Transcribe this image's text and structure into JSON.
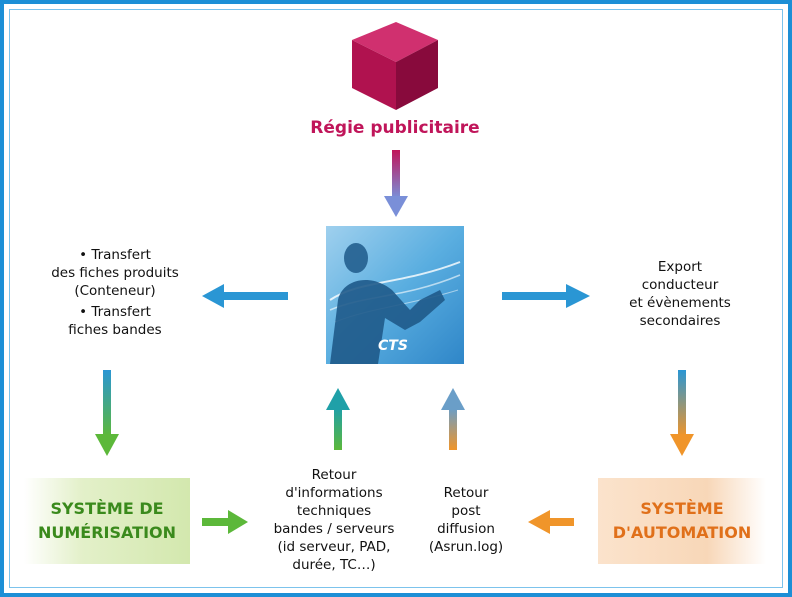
{
  "regie_label": "Régie publicitaire",
  "cts_label": "CTS",
  "left_text": {
    "line1": "• Transfert",
    "line2": "des fiches produits",
    "line3": "(Conteneur)",
    "line4": "• Transfert",
    "line5": "fiches bandes"
  },
  "right_text": {
    "line1": "Export",
    "line2": "conducteur",
    "line3": "et évènements",
    "line4": "secondaires"
  },
  "retour_info": {
    "line1": "Retour",
    "line2": "d'informations",
    "line3": "techniques",
    "line4": "bandes / serveurs",
    "line5": "(id serveur, PAD,",
    "line6": "durée, TC…)"
  },
  "retour_post": {
    "line1": "Retour",
    "line2": "post",
    "line3": "diffusion",
    "line4": "(Asrun.log)"
  },
  "box_numerisation": {
    "line1": "SYSTÈME DE",
    "line2": "NUMÉRISATION"
  },
  "box_automation": {
    "line1": "SYSTÈME",
    "line2": "D'AUTOMATION"
  },
  "colors": {
    "frame": "#1c8fd6",
    "regie": "#c0155a",
    "numerisation": "#3a8a1c",
    "automation": "#e0701a",
    "arrow_blue": "#2a96d4",
    "arrow_green": "#5cb83a",
    "arrow_orange": "#f0952a"
  }
}
